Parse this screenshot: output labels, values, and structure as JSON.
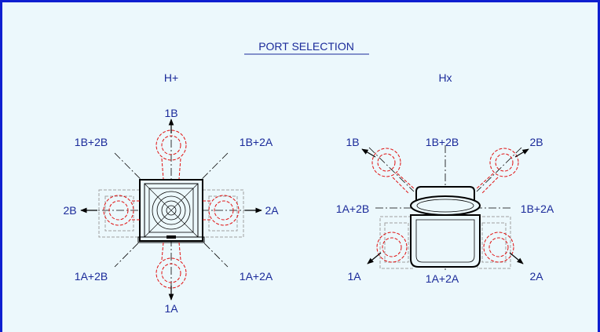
{
  "title": "PORT SELECTION",
  "h_plus": {
    "heading": "H+",
    "labels": {
      "top": "1B",
      "top_left": "1B+2B",
      "top_right": "1B+2A",
      "left": "2B",
      "right": "2A",
      "bottom_left": "1A+2B",
      "bottom_right": "1A+2A",
      "bottom": "1A"
    }
  },
  "h_x": {
    "heading": "Hx",
    "labels": {
      "top_left": "1B",
      "top": "1B+2B",
      "top_right": "2B",
      "left": "1A+2B",
      "right": "1B+2A",
      "bottom_left": "1A",
      "bottom": "1A+2A",
      "bottom_right": "2A"
    }
  },
  "colors": {
    "frame": "#0f1fd0",
    "background": "#ecf8fc",
    "text": "#1a2a9a",
    "dashed_port": "#e01010",
    "line": "#000000",
    "ghost": "#a0a0a0"
  }
}
